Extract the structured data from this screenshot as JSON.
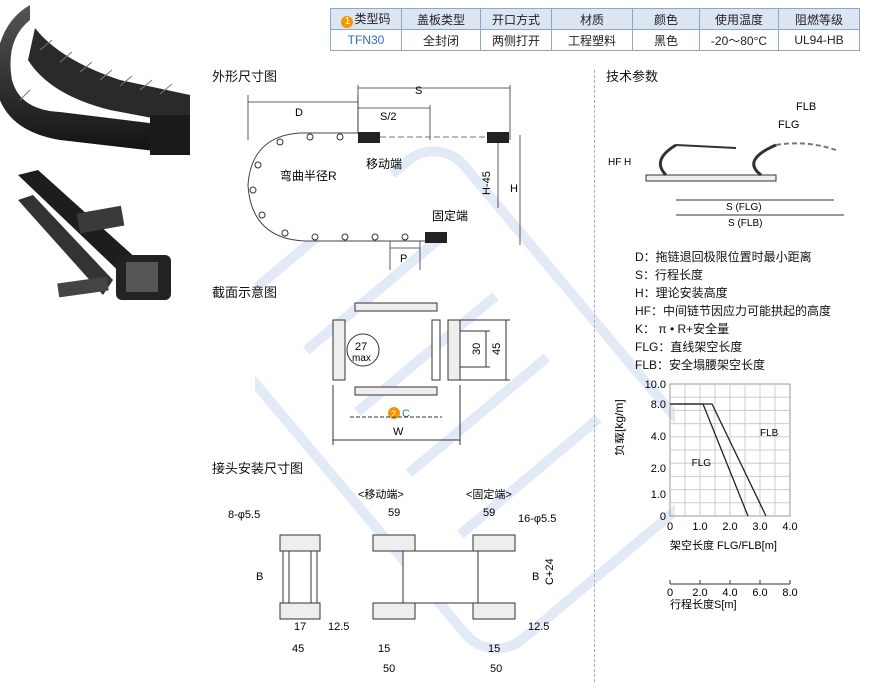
{
  "spec_table": {
    "headers": [
      "类型码",
      "盖板类型",
      "开口方式",
      "材质",
      "颜色",
      "使用温度",
      "阻燃等级"
    ],
    "header_index": "1",
    "values": [
      "TFN30",
      "全封闭",
      "两侧打开",
      "工程塑料",
      "黑色",
      "-20～80°C",
      "UL94-HB"
    ]
  },
  "sections": {
    "outline": "外形尺寸图",
    "cross": "截面示意图",
    "mount": "接头安装尺寸图",
    "tech": "技术参数"
  },
  "outline": {
    "S": "S",
    "S_half": "S/2",
    "D": "D",
    "H": "H",
    "H45": "H-45",
    "P": "P",
    "moving_end": "移动端",
    "fixed_end": "固定端",
    "bend_radius": "弯曲半径R"
  },
  "cross": {
    "max_top": "27",
    "max_bottom": "max",
    "h30": "30",
    "h45": "45",
    "c_index": "2",
    "c_label": "C",
    "w_label": "W"
  },
  "mount": {
    "moving_title": "<移动端>",
    "fixed_title": "<固定端>",
    "hole_left": "8-φ5.5",
    "hole_right": "16-φ5.5",
    "dim59a": "59",
    "dim59b": "59",
    "B1": "B",
    "B2": "B",
    "C24": "C+24",
    "dim17": "17",
    "dim45": "45",
    "dim12a": "12.5",
    "dim12b": "12.5",
    "dim15a": "15",
    "dim15b": "15",
    "dim50a": "50",
    "dim50b": "50"
  },
  "tech": {
    "FLB": "FLB",
    "FLG": "FLG",
    "HF": "HF",
    "H": "H",
    "S_FLG": "S (FLG)",
    "S_FLB": "S (FLB)"
  },
  "notes": [
    "D：拖链退回极限位置时最小距离",
    "S：行程长度",
    "H：理论安装高度",
    "HF：中间链节因应力可能拱起的高度",
    "K：  π • R+安全量",
    "FLG：直线架空长度",
    "FLB：安全塌腰架空长度"
  ],
  "chart_data": {
    "type": "line",
    "ylabel": "负载[kg/m]",
    "xlabel": "架空长度 FLG/FLB[m]",
    "x2label": "行程长度S[m]",
    "yticks": [
      "10.0",
      "8.0",
      "4.0",
      "2.0",
      "1.0",
      "0"
    ],
    "xticks": [
      "0",
      "1.0",
      "2.0",
      "3.0",
      "4.0"
    ],
    "x2ticks": [
      "0",
      "2.0",
      "4.0",
      "6.0",
      "8.0"
    ],
    "series": [
      {
        "name": "FLG",
        "x": [
          0,
          1.1,
          2.6
        ],
        "y": [
          8.0,
          8.0,
          0
        ]
      },
      {
        "name": "FLB",
        "x": [
          0,
          1.4,
          3.2
        ],
        "y": [
          8.0,
          8.0,
          0
        ]
      }
    ],
    "series_labels": [
      "FLB",
      "FLG"
    ]
  },
  "colors": {
    "table_border": "#8da7c4",
    "table_header": "#dbe6f2",
    "accent": "#f39800",
    "code_blue": "#2b6fc0",
    "watermark": "#c9d9ef"
  }
}
